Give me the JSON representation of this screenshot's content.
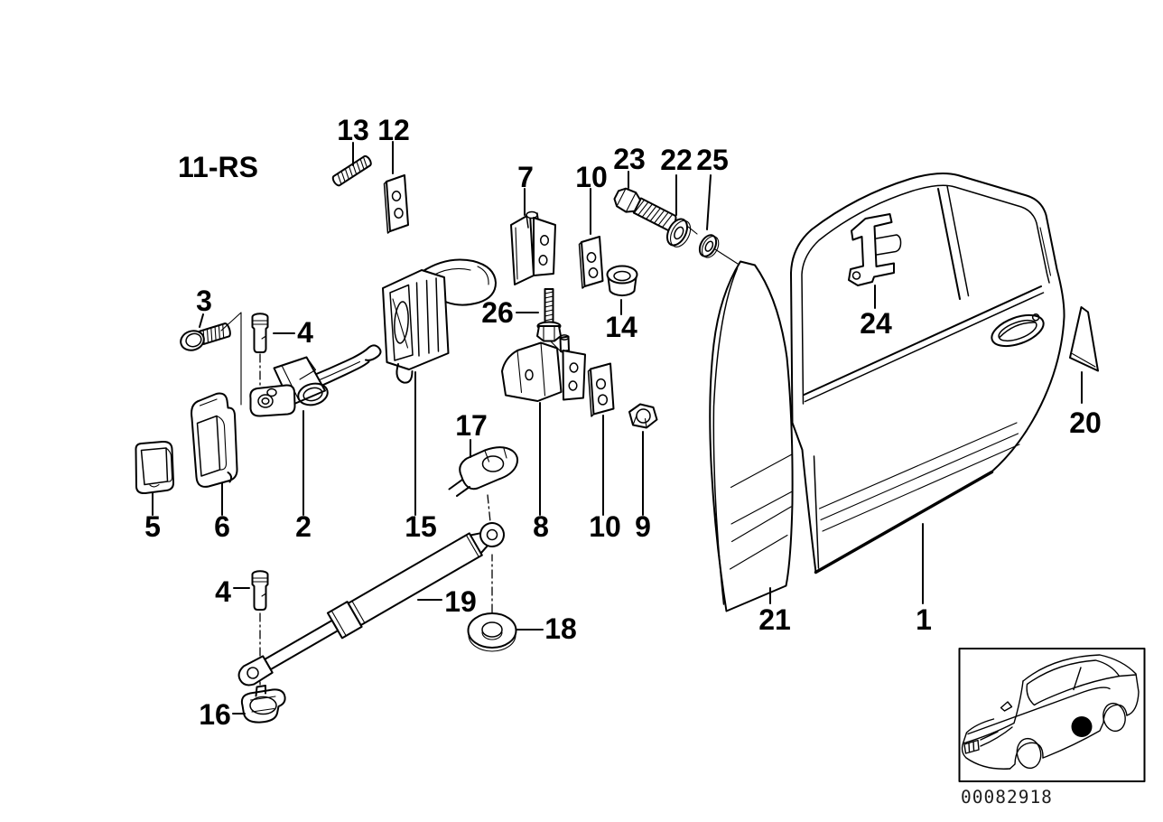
{
  "diagram": {
    "section_code": "11-RS",
    "image_number": "00082918",
    "line_color": "#000000",
    "background_color": "#ffffff"
  },
  "callouts": [
    {
      "label": "13"
    },
    {
      "label": "12"
    },
    {
      "label": "7"
    },
    {
      "label": "10"
    },
    {
      "label": "23"
    },
    {
      "label": "22"
    },
    {
      "label": "25"
    },
    {
      "label": "26"
    },
    {
      "label": "14"
    },
    {
      "label": "3"
    },
    {
      "label": "4"
    },
    {
      "label": "2"
    },
    {
      "label": "5"
    },
    {
      "label": "6"
    },
    {
      "label": "15"
    },
    {
      "label": "17"
    },
    {
      "label": "8"
    },
    {
      "label": "10"
    },
    {
      "label": "9"
    },
    {
      "label": "4"
    },
    {
      "label": "19"
    },
    {
      "label": "18"
    },
    {
      "label": "16"
    },
    {
      "label": "24"
    },
    {
      "label": "21"
    },
    {
      "label": "1"
    },
    {
      "label": "20"
    }
  ]
}
